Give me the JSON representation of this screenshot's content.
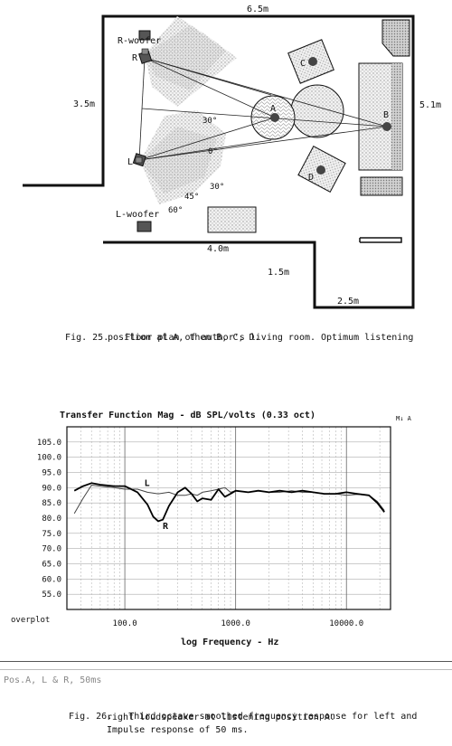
{
  "floor_plan": {
    "dims": {
      "width": "6.5m",
      "left_depth": "3.5m",
      "right_depth": "5.1m",
      "front": "4.0m",
      "step": "1.5m",
      "corner": "2.5m"
    },
    "labels": {
      "r_woofer": "R-woofer",
      "l_woofer": "L-woofer",
      "r": "R",
      "l": "L",
      "a": "A",
      "b": "B",
      "c": "C",
      "d": "D",
      "ang30a": "30°",
      "ang0": "0°",
      "ang30b": "30°",
      "ang45": "45°",
      "ang60": "60°"
    }
  },
  "fig25": {
    "num": "Fig. 25.",
    "line1": "Floor plan of author's living room. Optimum listening",
    "line2": "position at A, then B, C, D."
  },
  "chart_title": "Transfer Function Mag - dB SPL/volts (0.33 oct)",
  "right_mark": "M↓ A",
  "overplot": "overplot",
  "bottom_note": "Pos.A, L & R, 50ms",
  "fig26": {
    "num": "Fig. 26.",
    "line1": "Third octave smoothed frequency response for left and",
    "line2": "right loudspeaker at listening position A.",
    "line3": "Impulse response of 50 ms."
  },
  "chart_data": {
    "type": "line",
    "title": "Transfer Function Mag - dB SPL/volts (0.33 oct)",
    "xlabel": "log Frequency - Hz",
    "ylabel": "",
    "x_scale": "log",
    "xlim": [
      30,
      25000
    ],
    "ylim": [
      50,
      110
    ],
    "x_ticks": [
      "100.0",
      "1000.0",
      "10000.0"
    ],
    "y_ticks": [
      "105.0",
      "100.0",
      "95.0",
      "90.0",
      "85.0",
      "80.0",
      "75.0",
      "70.0",
      "65.0",
      "60.0",
      "55.0"
    ],
    "grid": true,
    "series": [
      {
        "name": "L",
        "x": [
          35,
          42,
          50,
          60,
          80,
          100,
          130,
          160,
          200,
          250,
          300,
          350,
          400,
          450,
          500,
          600,
          700,
          800,
          900,
          1000,
          1300,
          1600,
          2000,
          2500,
          3200,
          4000,
          5000,
          6300,
          8000,
          10000,
          12500,
          16000,
          19000,
          22000
        ],
        "y": [
          81.5,
          86.5,
          90.8,
          90.5,
          90.0,
          89.5,
          89.5,
          88.5,
          88.0,
          88.5,
          87.5,
          87.5,
          88.0,
          87.5,
          88.5,
          89.0,
          89.5,
          90.0,
          88.5,
          89.0,
          88.5,
          89.0,
          88.5,
          88.5,
          89.0,
          88.5,
          88.5,
          88.0,
          88.0,
          87.5,
          87.8,
          87.5,
          85.5,
          82.5
        ]
      },
      {
        "name": "R",
        "x": [
          35,
          42,
          50,
          60,
          80,
          100,
          130,
          160,
          180,
          200,
          220,
          250,
          300,
          350,
          400,
          450,
          500,
          600,
          700,
          800,
          900,
          1000,
          1300,
          1600,
          2000,
          2500,
          3200,
          4000,
          5000,
          6300,
          8000,
          10000,
          12500,
          16000,
          19000,
          22000
        ],
        "y": [
          89.0,
          90.5,
          91.5,
          91.0,
          90.5,
          90.5,
          88.5,
          84.5,
          80.5,
          79.0,
          79.5,
          84.0,
          88.5,
          90.0,
          88.0,
          85.5,
          86.5,
          86.0,
          89.5,
          87.0,
          88.0,
          89.0,
          88.5,
          89.0,
          88.5,
          89.0,
          88.5,
          89.0,
          88.5,
          88.0,
          88.0,
          88.5,
          88.0,
          87.5,
          85.0,
          82.0
        ]
      }
    ]
  }
}
